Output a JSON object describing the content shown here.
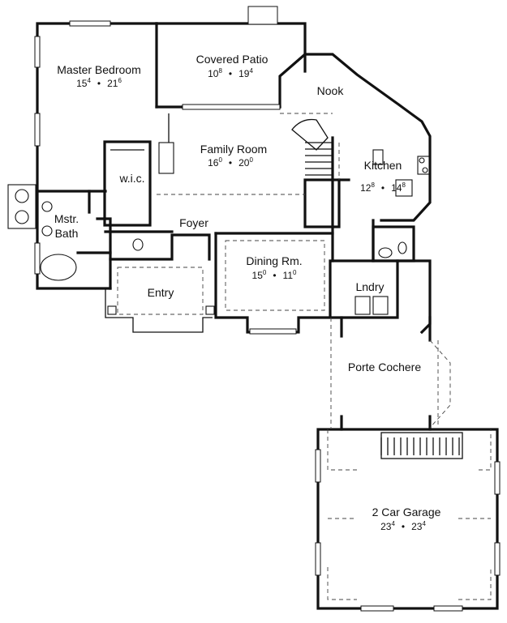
{
  "rooms": [
    {
      "key": "master_bedroom",
      "name": "Master Bedroom",
      "width": "15",
      "width_in": "4",
      "depth": "21",
      "depth_in": "6"
    },
    {
      "key": "covered_patio",
      "name": "Covered Patio",
      "width": "10",
      "width_in": "8",
      "depth": "19",
      "depth_in": "4"
    },
    {
      "key": "nook",
      "name": "Nook"
    },
    {
      "key": "family_room",
      "name": "Family Room",
      "width": "16",
      "width_in": "0",
      "depth": "20",
      "depth_in": "0"
    },
    {
      "key": "kitchen",
      "name": "Kitchen",
      "width": "12",
      "width_in": "8",
      "depth": "14",
      "depth_in": "8"
    },
    {
      "key": "wic",
      "name": "w.i.c."
    },
    {
      "key": "mstr_bath",
      "name_line1": "Mstr.",
      "name_line2": "Bath"
    },
    {
      "key": "foyer",
      "name": "Foyer"
    },
    {
      "key": "dining_room",
      "name": "Dining Rm.",
      "width": "15",
      "width_in": "0",
      "depth": "11",
      "depth_in": "0"
    },
    {
      "key": "laundry",
      "name": "Lndry"
    },
    {
      "key": "entry",
      "name": "Entry"
    },
    {
      "key": "porte_cochere",
      "name": "Porte Cochere"
    },
    {
      "key": "garage",
      "name": "2 Car Garage",
      "width": "23",
      "width_in": "4",
      "depth": "23",
      "depth_in": "4"
    }
  ],
  "separator": "•"
}
